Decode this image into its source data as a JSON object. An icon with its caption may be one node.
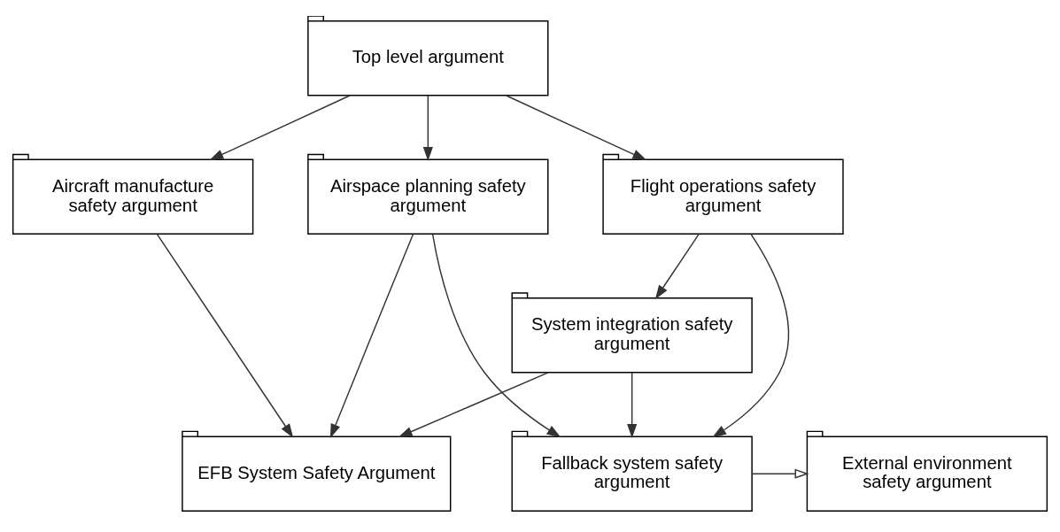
{
  "diagram": {
    "nodes": [
      {
        "text": [
          "Top level argument"
        ]
      },
      {
        "text": [
          "Aircraft manufacture safety argument"
        ]
      },
      {
        "text": [
          "Flight operations safety argument"
        ]
      },
      {
        "text": [
          "Airspace planning safety argument"
        ]
      },
      {
        "text": [
          "System integration safety argument"
        ]
      },
      {
        "text": [
          "EFB System Safety Argument"
        ]
      },
      {
        "text": [
          "Fallback system safety argument"
        ]
      },
      {
        "text": [
          "External environment safety argument"
        ]
      }
    ],
    "edges": [
      {
        "from": 0,
        "to": 1,
        "arrow": "to"
      },
      {
        "from": 0,
        "to": 2,
        "arrow": "to"
      },
      {
        "from": 0,
        "to": 3,
        "arrow": "to"
      },
      {
        "from": 1,
        "to": 5,
        "arrow": "to"
      },
      {
        "from": 2,
        "to": 4,
        "arrow": "to"
      },
      {
        "from": 2,
        "to": 6,
        "arrow": "to"
      },
      {
        "from": 3,
        "to": 5,
        "arrow": "to"
      },
      {
        "from": 3,
        "to": 6,
        "arrow": "to"
      },
      {
        "from": 4,
        "to": 5,
        "arrow": "to"
      },
      {
        "from": 4,
        "to": 6,
        "arrow": "to"
      },
      {
        "from": 6,
        "to": 7,
        "arrow": "to"
      }
    ]
  }
}
